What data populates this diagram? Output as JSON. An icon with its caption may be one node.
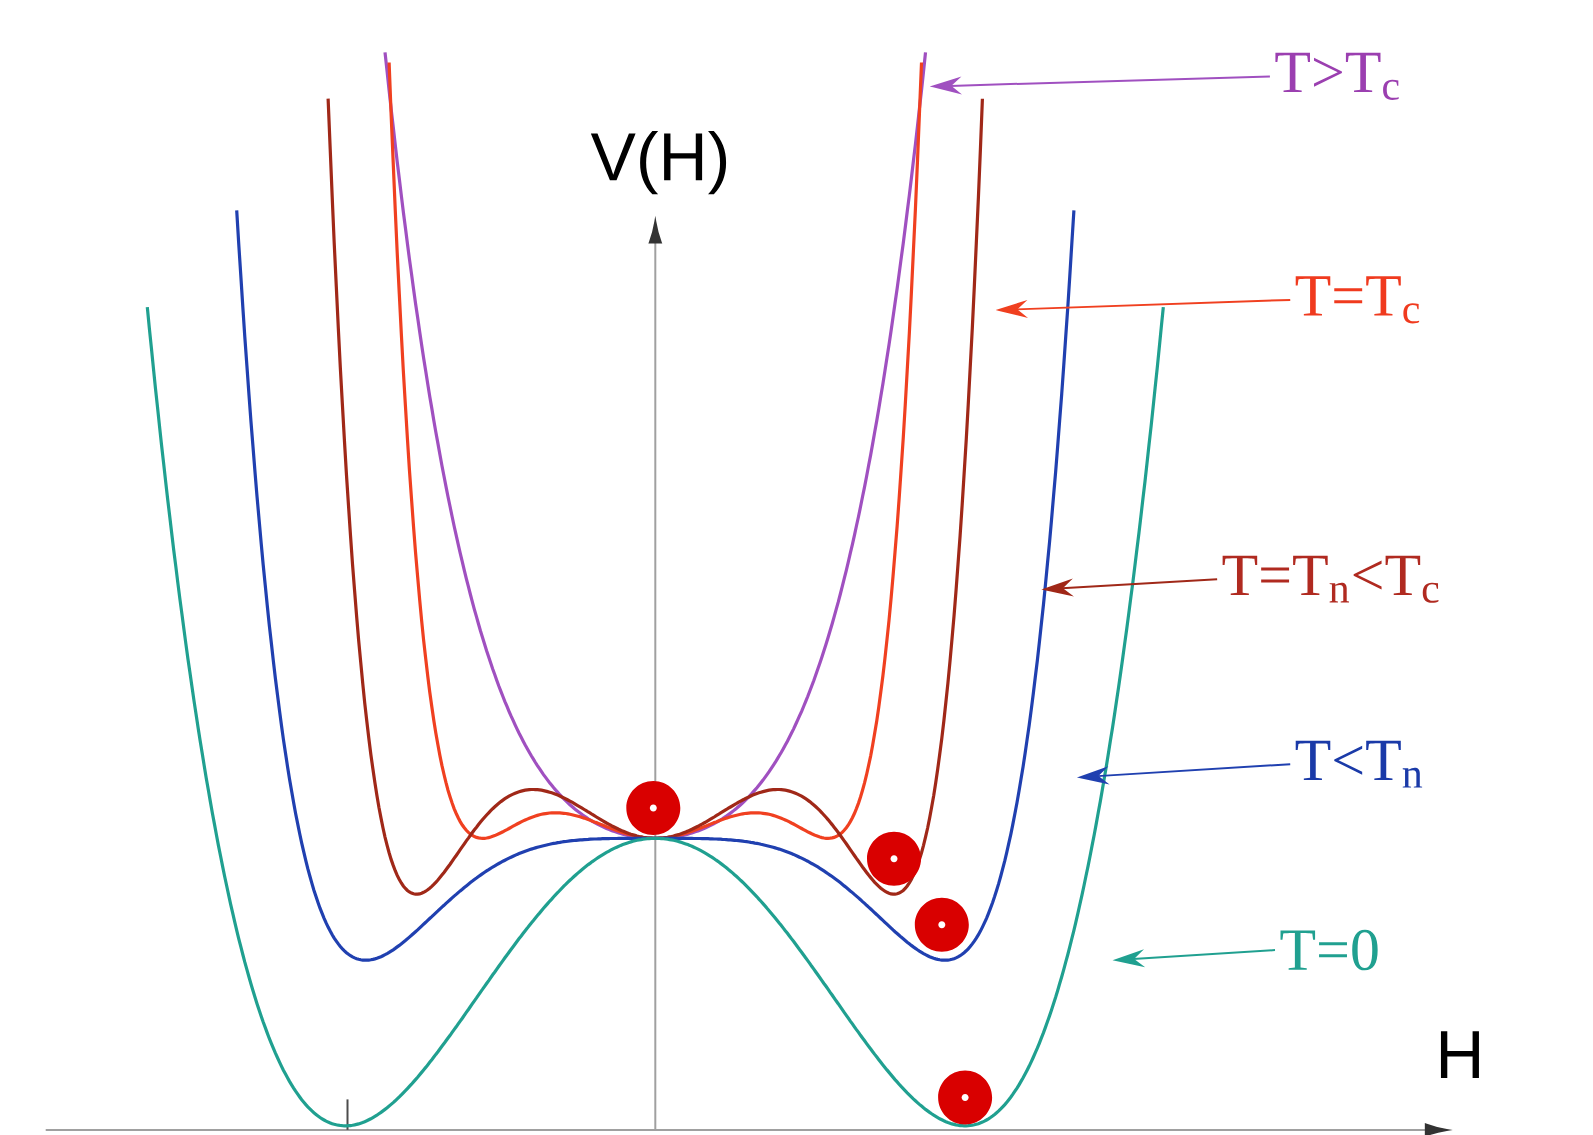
{
  "diagram": {
    "nodes": [
      {
        "text": [
          "T>T$_{c}$"
        ]
      },
      {
        "text": [
          "T=T$_{c}$"
        ]
      },
      {
        "text": [
          "T=T$_{n}$<T$_{c}$"
        ]
      },
      {
        "text": [
          "T<T$_{n}$"
        ]
      },
      {
        "text": [
          "T=0"
        ]
      }
    ],
    "edges": [
      {
        "from": 0,
        "to": null,
        "arrow": "to",
        "color": "#a050c0"
      },
      {
        "from": 1,
        "to": null,
        "arrow": "to",
        "color": "#f04020"
      },
      {
        "from": 2,
        "to": null,
        "arrow": "to",
        "color": "#a02818"
      },
      {
        "from": 3,
        "to": null,
        "arrow": "to",
        "color": "#2040b0"
      },
      {
        "from": 4,
        "to": null,
        "arrow": "to",
        "color": "#20a090"
      }
    ],
    "labels": [
      "V(H)",
      "H"
    ]
  }
}
